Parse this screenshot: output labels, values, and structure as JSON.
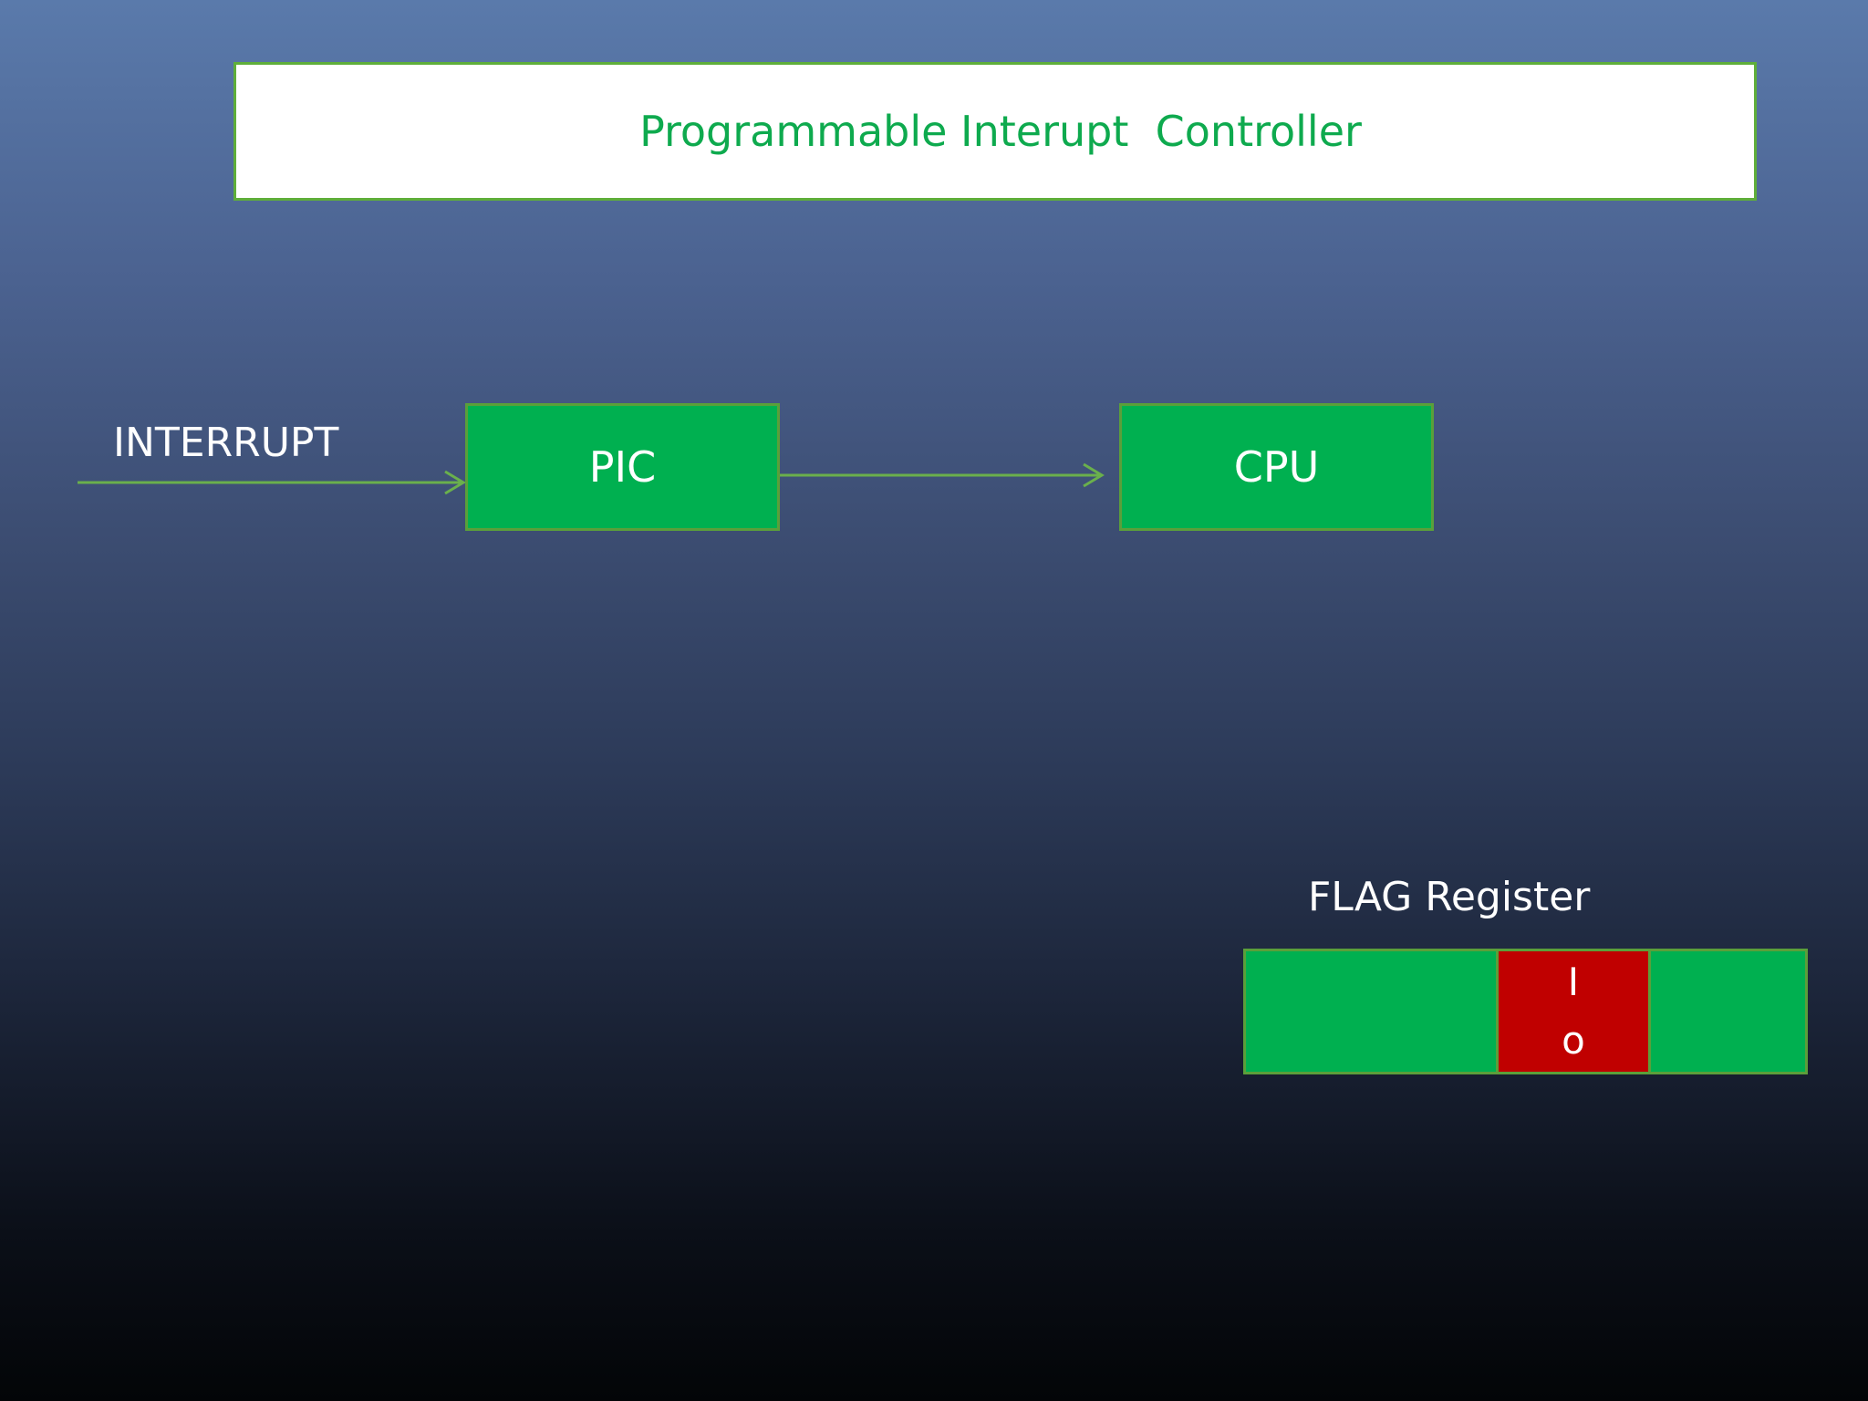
{
  "title": "Programmable Interupt  Controller",
  "interrupt_label": "INTERRUPT",
  "blocks": {
    "pic": "PIC",
    "cpu": "CPU"
  },
  "flag_register": {
    "label": "FLAG Register",
    "bit_line1": "I",
    "bit_line2": "o"
  },
  "colors": {
    "block_fill": "#00b050",
    "block_border": "#5b9f3a",
    "bit_fill": "#c00000",
    "title_text": "#0eaa4e",
    "arrow": "#6ab04c"
  }
}
